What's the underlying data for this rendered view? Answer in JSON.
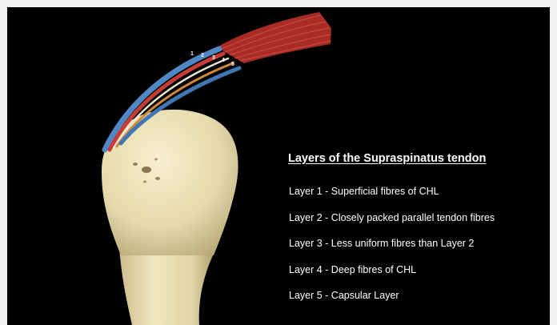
{
  "diagram": {
    "title": "Layers of the Supraspinatus tendon",
    "layer_markers": [
      "1",
      "2",
      "3",
      "4",
      "5"
    ],
    "layers": [
      "Layer 1 - Superficial fibres of CHL",
      "Layer 2 - Closely packed parallel tendon fibres",
      "Layer 3 - Less uniform fibres than Layer 2",
      "Layer 4 - Deep fibres of CHL",
      "Layer 5 - Capsular Layer"
    ]
  },
  "colors": {
    "background": "#000000",
    "frame": "#f2f2f2",
    "bone": "#ece3b8",
    "muscle": "#b8342c",
    "layer_blue": "#4f88c4",
    "layer_red": "#c73d36",
    "layer_white": "#e8e4d8",
    "layer_orange": "#d08a3a"
  }
}
